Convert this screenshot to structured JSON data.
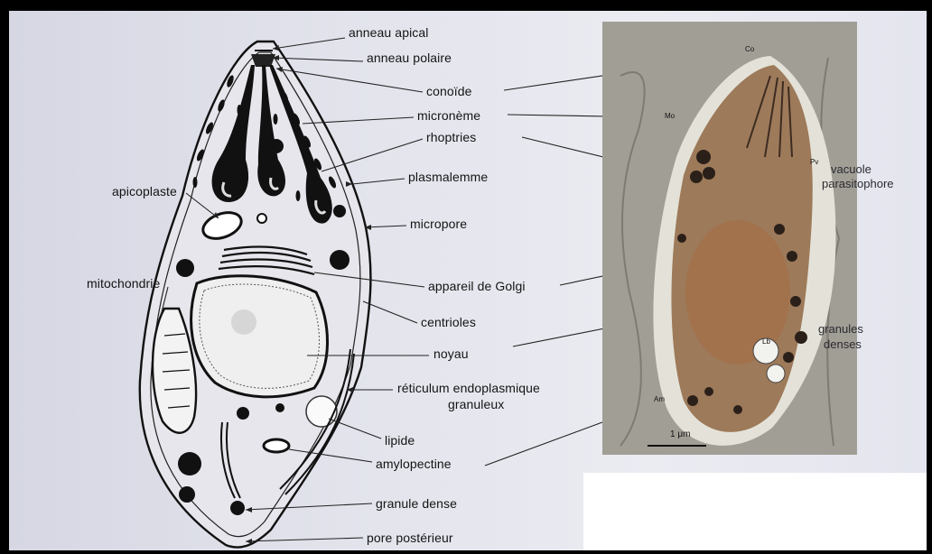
{
  "labels": {
    "anneau_apical": "anneau apical",
    "anneau_polaire": "anneau polaire",
    "conoide": "conoïde",
    "microneme": "micronème",
    "rhoptries": "rhoptries",
    "plasmalemme": "plasmalemme",
    "apicoplaste": "apicoplaste",
    "micropore": "micropore",
    "mitochondrie": "mitochondrie",
    "appareil_golgi": "appareil de Golgi",
    "centrioles": "centrioles",
    "noyau": "noyau",
    "reticulum_line1": "réticulum endoplasmique",
    "reticulum_line2": "granuleux",
    "lipide": "lipide",
    "amylopectine": "amylopectine",
    "granule_dense": "granule dense",
    "pore_posterieur": "pore postérieur"
  },
  "micrograph": {
    "co": "Co",
    "mo": "Mo",
    "pv": "Pv",
    "lb": "Lb",
    "am": "Am",
    "scale": "1 μm",
    "vacuole_line1": "vacuole",
    "vacuole_line2": "parasitophore",
    "granules_line1": "granules",
    "granules_line2": "denses"
  },
  "colors": {
    "paper": "#e3e4ec",
    "ink": "#141414",
    "micrograph_bg": "#a7a59c",
    "cell": "#9d7a5a"
  }
}
